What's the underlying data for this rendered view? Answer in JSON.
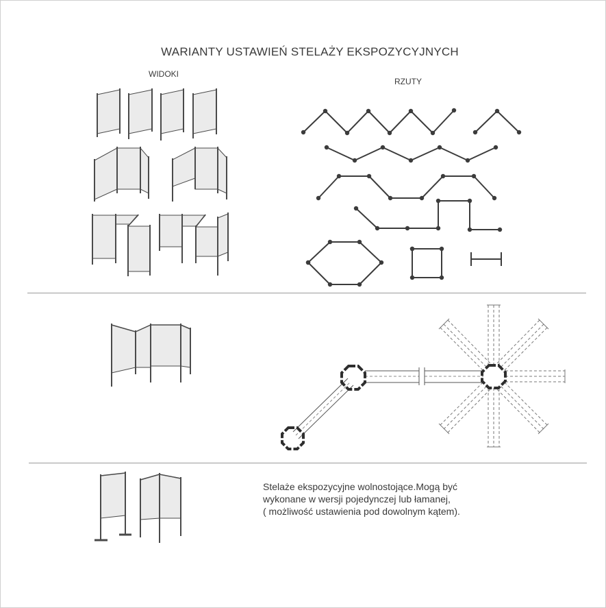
{
  "header": {
    "title": "WARIANTY USTAWIEŃ STELAŻY EKSPOZYCYJNYCH",
    "views_label": "WIDOKI",
    "plans_label": "RZUTY"
  },
  "description": {
    "lines": [
      "Stelaże ekspozycyjne wolnostojące.Mogą być",
      "wykonane w wersji pojedynczej lub łamanej,",
      "( możliwość ustawienia pod dowolnym kątem)."
    ]
  },
  "colors": {
    "line": "#3c3c3c",
    "panel": "#ebebeb",
    "divider": "#9a9a9a"
  }
}
